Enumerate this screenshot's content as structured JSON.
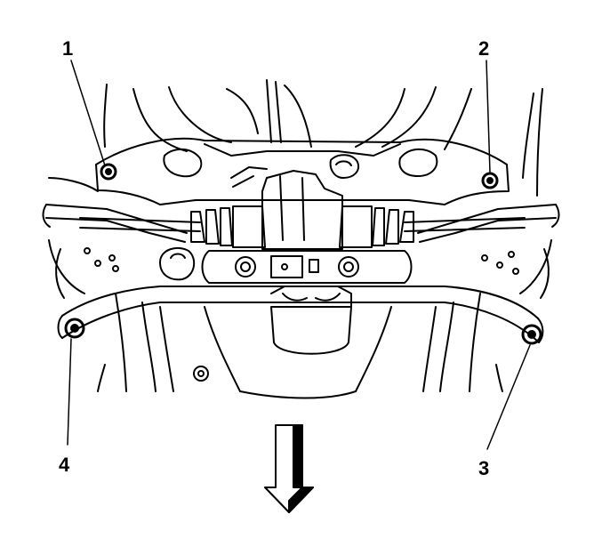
{
  "callouts": {
    "c1": "1",
    "c2": "2",
    "c3": "3",
    "c4": "4"
  },
  "colors": {
    "ink": "#000000",
    "paper": "#ffffff"
  },
  "icons": {
    "direction": "down-arrow-icon",
    "fastener": "bolt-icon"
  }
}
